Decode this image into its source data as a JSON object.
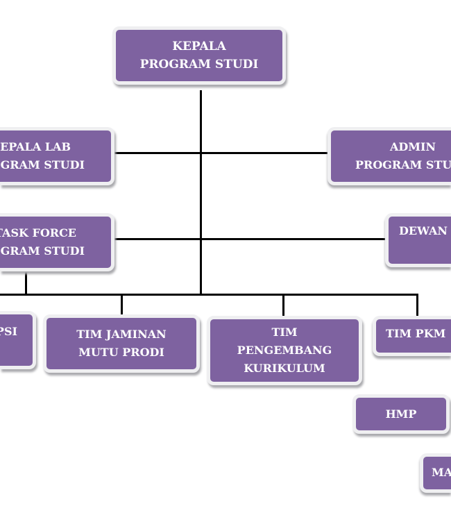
{
  "diagram": {
    "fill_color": "#7e62a0",
    "border_color": "#efeff1",
    "nodes": {
      "kepala_prodi": [
        "KEPALA",
        "PROGRAM STUDI"
      ],
      "kepala_lab": [
        "EPALA LAB",
        "GRAM STUDI"
      ],
      "admin": [
        "ADMIN",
        "PROGRAM STU"
      ],
      "task_force": [
        "TASK FORCE",
        "GRAM STUDI"
      ],
      "dewan": [
        "DEWAN"
      ],
      "psi": [
        "PSI"
      ],
      "tim_jaminan": [
        "TIM JAMINAN",
        "MUTU PRODI"
      ],
      "tim_pengembang": [
        "TIM",
        "PENGEMBANG",
        "KURIKULUM"
      ],
      "tim_pkm": [
        "TIM PKM"
      ],
      "hmp": [
        "HMP"
      ],
      "ma": [
        "MA"
      ]
    }
  }
}
